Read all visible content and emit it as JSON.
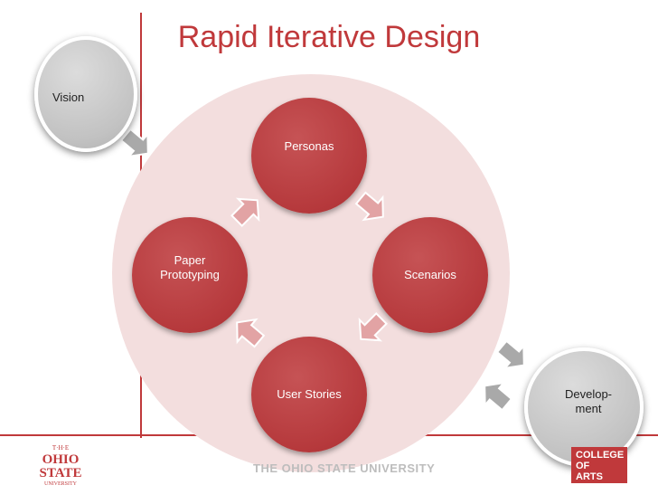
{
  "title": "Rapid Iterative Design",
  "nodes": {
    "vision": "Vision",
    "personas": "Personas",
    "scenarios": "Scenarios",
    "user_stories": "User Stories",
    "paper_prototyping": "Paper\nPrototyping",
    "development": "Develop-\nment"
  },
  "footer": {
    "left_logo": "THE OHIO STATE UNIVERSITY",
    "wordmark": "THE OHIO STATE UNIVERSITY",
    "right_logo": "COLLEGE OF\nARTS AND\nSCIENCES"
  },
  "colors": {
    "accent": "#c0393b",
    "cycle_background": "#f3dede",
    "node_fill": "#b6393c",
    "arrow_fill": "#e2a3a4",
    "grey_node": "#c2c2c2"
  }
}
